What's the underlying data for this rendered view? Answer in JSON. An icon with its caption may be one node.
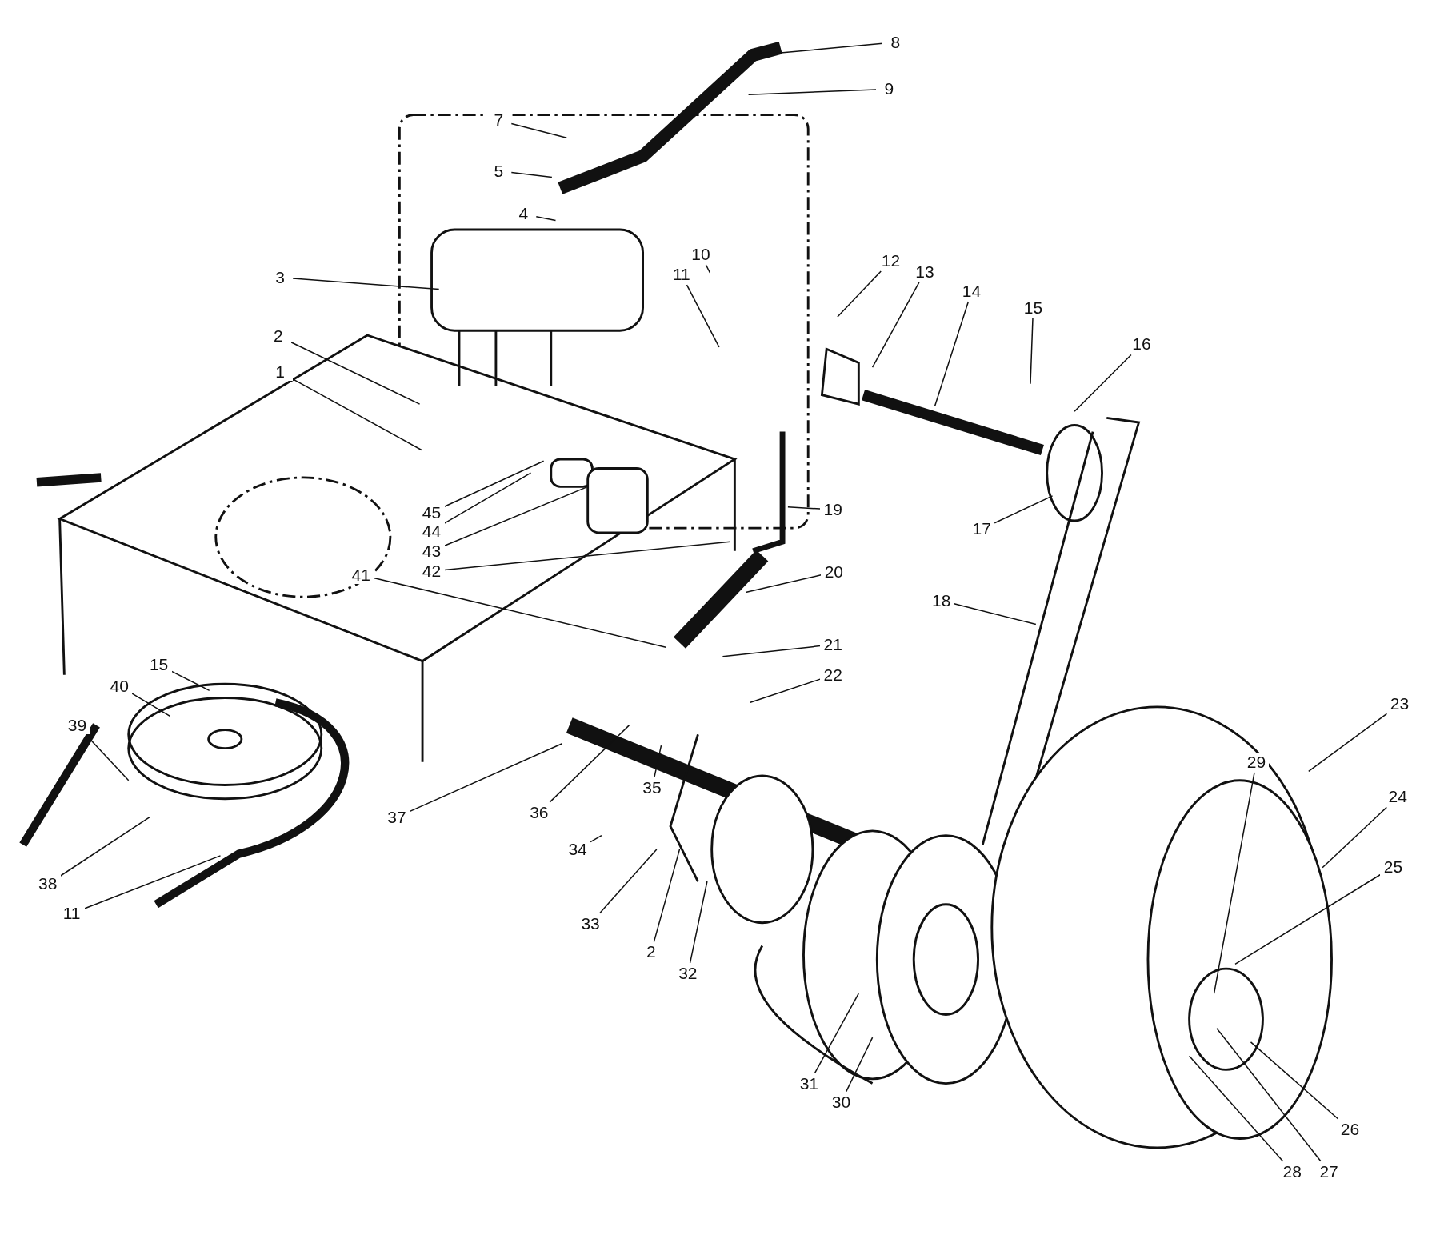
{
  "diagram": {
    "nodes": [
      {
        "text": [
          "8"
        ]
      },
      {
        "text": [
          "9"
        ]
      },
      {
        "text": [
          "7"
        ]
      },
      {
        "text": [
          "5"
        ]
      },
      {
        "text": [
          "4"
        ]
      },
      {
        "text": [
          "10"
        ]
      },
      {
        "text": [
          "12"
        ]
      },
      {
        "text": [
          "11"
        ]
      },
      {
        "text": [
          "13"
        ]
      },
      {
        "text": [
          "3"
        ]
      },
      {
        "text": [
          "14"
        ]
      },
      {
        "text": [
          "15"
        ]
      },
      {
        "text": [
          "2"
        ]
      },
      {
        "text": [
          "16"
        ]
      },
      {
        "text": [
          "1"
        ]
      },
      {
        "text": [
          "19"
        ]
      },
      {
        "text": [
          "45"
        ]
      },
      {
        "text": [
          "17"
        ]
      },
      {
        "text": [
          "44"
        ]
      },
      {
        "text": [
          "43"
        ]
      },
      {
        "text": [
          "42"
        ]
      },
      {
        "text": [
          "20"
        ]
      },
      {
        "text": [
          "41"
        ]
      },
      {
        "text": [
          "18"
        ]
      },
      {
        "text": [
          "21"
        ]
      },
      {
        "text": [
          "15"
        ]
      },
      {
        "text": [
          "22"
        ]
      },
      {
        "text": [
          "40"
        ]
      },
      {
        "text": [
          "23"
        ]
      },
      {
        "text": [
          "39"
        ]
      },
      {
        "text": [
          "29"
        ]
      },
      {
        "text": [
          "35"
        ]
      },
      {
        "text": [
          "24"
        ]
      },
      {
        "text": [
          "36"
        ]
      },
      {
        "text": [
          "37"
        ]
      },
      {
        "text": [
          "34"
        ]
      },
      {
        "text": [
          "25"
        ]
      },
      {
        "text": [
          "38"
        ]
      },
      {
        "text": [
          "11"
        ]
      },
      {
        "text": [
          "33"
        ]
      },
      {
        "text": [
          "2"
        ]
      },
      {
        "text": [
          "32"
        ]
      },
      {
        "text": [
          "31"
        ]
      },
      {
        "text": [
          "30"
        ]
      },
      {
        "text": [
          "26"
        ]
      },
      {
        "text": [
          "28"
        ]
      },
      {
        "text": [
          "27"
        ]
      }
    ],
    "edges": [
      {
        "from": 0,
        "to": null,
        "arrow": "none"
      },
      {
        "from": 1,
        "to": null,
        "arrow": "none"
      },
      {
        "from": 2,
        "to": null,
        "arrow": "none"
      },
      {
        "from": 3,
        "to": null,
        "arrow": "none"
      },
      {
        "from": 4,
        "to": null,
        "arrow": "none"
      },
      {
        "from": 5,
        "to": null,
        "arrow": "none"
      },
      {
        "from": 6,
        "to": null,
        "arrow": "none"
      },
      {
        "from": 7,
        "to": null,
        "arrow": "none"
      },
      {
        "from": 8,
        "to": null,
        "arrow": "none"
      },
      {
        "from": 9,
        "to": null,
        "arrow": "none"
      },
      {
        "from": 10,
        "to": null,
        "arrow": "none"
      },
      {
        "from": 11,
        "to": null,
        "arrow": "none"
      },
      {
        "from": 12,
        "to": null,
        "arrow": "none"
      },
      {
        "from": 13,
        "to": null,
        "arrow": "none"
      },
      {
        "from": 14,
        "to": null,
        "arrow": "none"
      },
      {
        "from": 15,
        "to": null,
        "arrow": "none"
      },
      {
        "from": 16,
        "to": null,
        "arrow": "none"
      },
      {
        "from": 17,
        "to": null,
        "arrow": "none"
      },
      {
        "from": 18,
        "to": null,
        "arrow": "none"
      },
      {
        "from": 19,
        "to": null,
        "arrow": "none"
      },
      {
        "from": 20,
        "to": null,
        "arrow": "none"
      },
      {
        "from": 21,
        "to": null,
        "arrow": "none"
      },
      {
        "from": 22,
        "to": null,
        "arrow": "none"
      },
      {
        "from": 23,
        "to": null,
        "arrow": "none"
      },
      {
        "from": 24,
        "to": null,
        "arrow": "none"
      },
      {
        "from": 25,
        "to": null,
        "arrow": "none"
      },
      {
        "from": 26,
        "to": null,
        "arrow": "none"
      },
      {
        "from": 27,
        "to": null,
        "arrow": "none"
      },
      {
        "from": 28,
        "to": null,
        "arrow": "none"
      },
      {
        "from": 29,
        "to": null,
        "arrow": "none"
      },
      {
        "from": 30,
        "to": null,
        "arrow": "none"
      },
      {
        "from": 31,
        "to": null,
        "arrow": "none"
      },
      {
        "from": 32,
        "to": null,
        "arrow": "none"
      },
      {
        "from": 33,
        "to": null,
        "arrow": "none"
      },
      {
        "from": 34,
        "to": null,
        "arrow": "none"
      },
      {
        "from": 35,
        "to": null,
        "arrow": "none"
      },
      {
        "from": 36,
        "to": null,
        "arrow": "none"
      },
      {
        "from": 37,
        "to": null,
        "arrow": "none"
      },
      {
        "from": 38,
        "to": null,
        "arrow": "none"
      },
      {
        "from": 39,
        "to": null,
        "arrow": "none"
      },
      {
        "from": 40,
        "to": null,
        "arrow": "none"
      },
      {
        "from": 41,
        "to": null,
        "arrow": "none"
      },
      {
        "from": 42,
        "to": null,
        "arrow": "none"
      },
      {
        "from": 43,
        "to": null,
        "arrow": "none"
      },
      {
        "from": 44,
        "to": null,
        "arrow": "none"
      },
      {
        "from": 45,
        "to": null,
        "arrow": "none"
      },
      {
        "from": 46,
        "to": null,
        "arrow": "none"
      }
    ]
  }
}
